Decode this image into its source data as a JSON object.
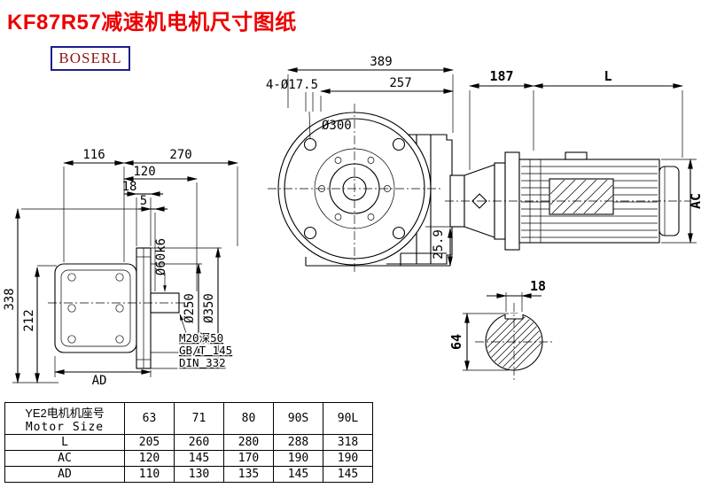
{
  "page": {
    "title": "KF87R57减速机电机尺寸图纸",
    "brand": "BOSERL"
  },
  "dims": {
    "front": {
      "total_width": "389",
      "flange_to_back": "257",
      "bolt_holes": "4-Ø17.5",
      "flange_dia": "Ø300",
      "foot_offset": "25.9"
    },
    "motor": {
      "adapter_len": "187",
      "motor_len": "L",
      "motor_dia": "AC"
    },
    "side": {
      "d116": "116",
      "d270": "270",
      "d120": "120",
      "d18": "18",
      "d5": "5",
      "d338": "338",
      "d212": "212",
      "dAD": "AD",
      "shaft_dia": "Ø60k6",
      "spigot_dia": "Ø250",
      "flange_dia": "Ø350",
      "tap_note1": "M20深50",
      "tap_note2": "GB/T 145",
      "tap_note3": "DIN 332"
    },
    "shaft_end": {
      "key_width": "18",
      "shaft_height": "64"
    }
  },
  "table": {
    "header_cn": "YE2电机机座号",
    "header_en": "Motor Size",
    "columns": [
      "63",
      "71",
      "80",
      "90S",
      "90L"
    ],
    "rows": [
      {
        "label": "L",
        "values": [
          "205",
          "260",
          "280",
          "288",
          "318"
        ]
      },
      {
        "label": "AC",
        "values": [
          "120",
          "145",
          "170",
          "190",
          "190"
        ]
      },
      {
        "label": "AD",
        "values": [
          "110",
          "130",
          "135",
          "145",
          "145"
        ]
      }
    ]
  }
}
